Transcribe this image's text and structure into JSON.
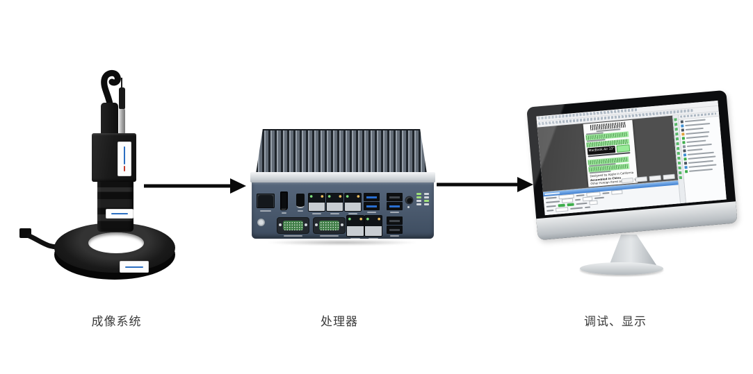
{
  "diagram": {
    "stages": [
      {
        "id": "imaging-system",
        "label": "成像系统"
      },
      {
        "id": "processor",
        "label": "处理器"
      },
      {
        "id": "debug-display",
        "label": "调试、显示"
      }
    ]
  },
  "screen": {
    "barcode_label": {
      "product_text": "MacBook Air 13”",
      "lines": [
        "Designed by Apple in California",
        "Assembled in China",
        "Other Foreign Items as Marked Thereon"
      ]
    }
  },
  "colors": {
    "arrow": "#0a0a0a",
    "device_black": "#1a1a1a",
    "chassis_blue_gray": "#44536a",
    "silver_band": "#dde1e4",
    "monitor_silver": "#c9cccf",
    "detection_highlight_green": "#6ee46e",
    "settings_title_blue": "#3f7fd0",
    "brand_label_blue": "#2b6fc2",
    "label_text": "#3a3a3a"
  }
}
